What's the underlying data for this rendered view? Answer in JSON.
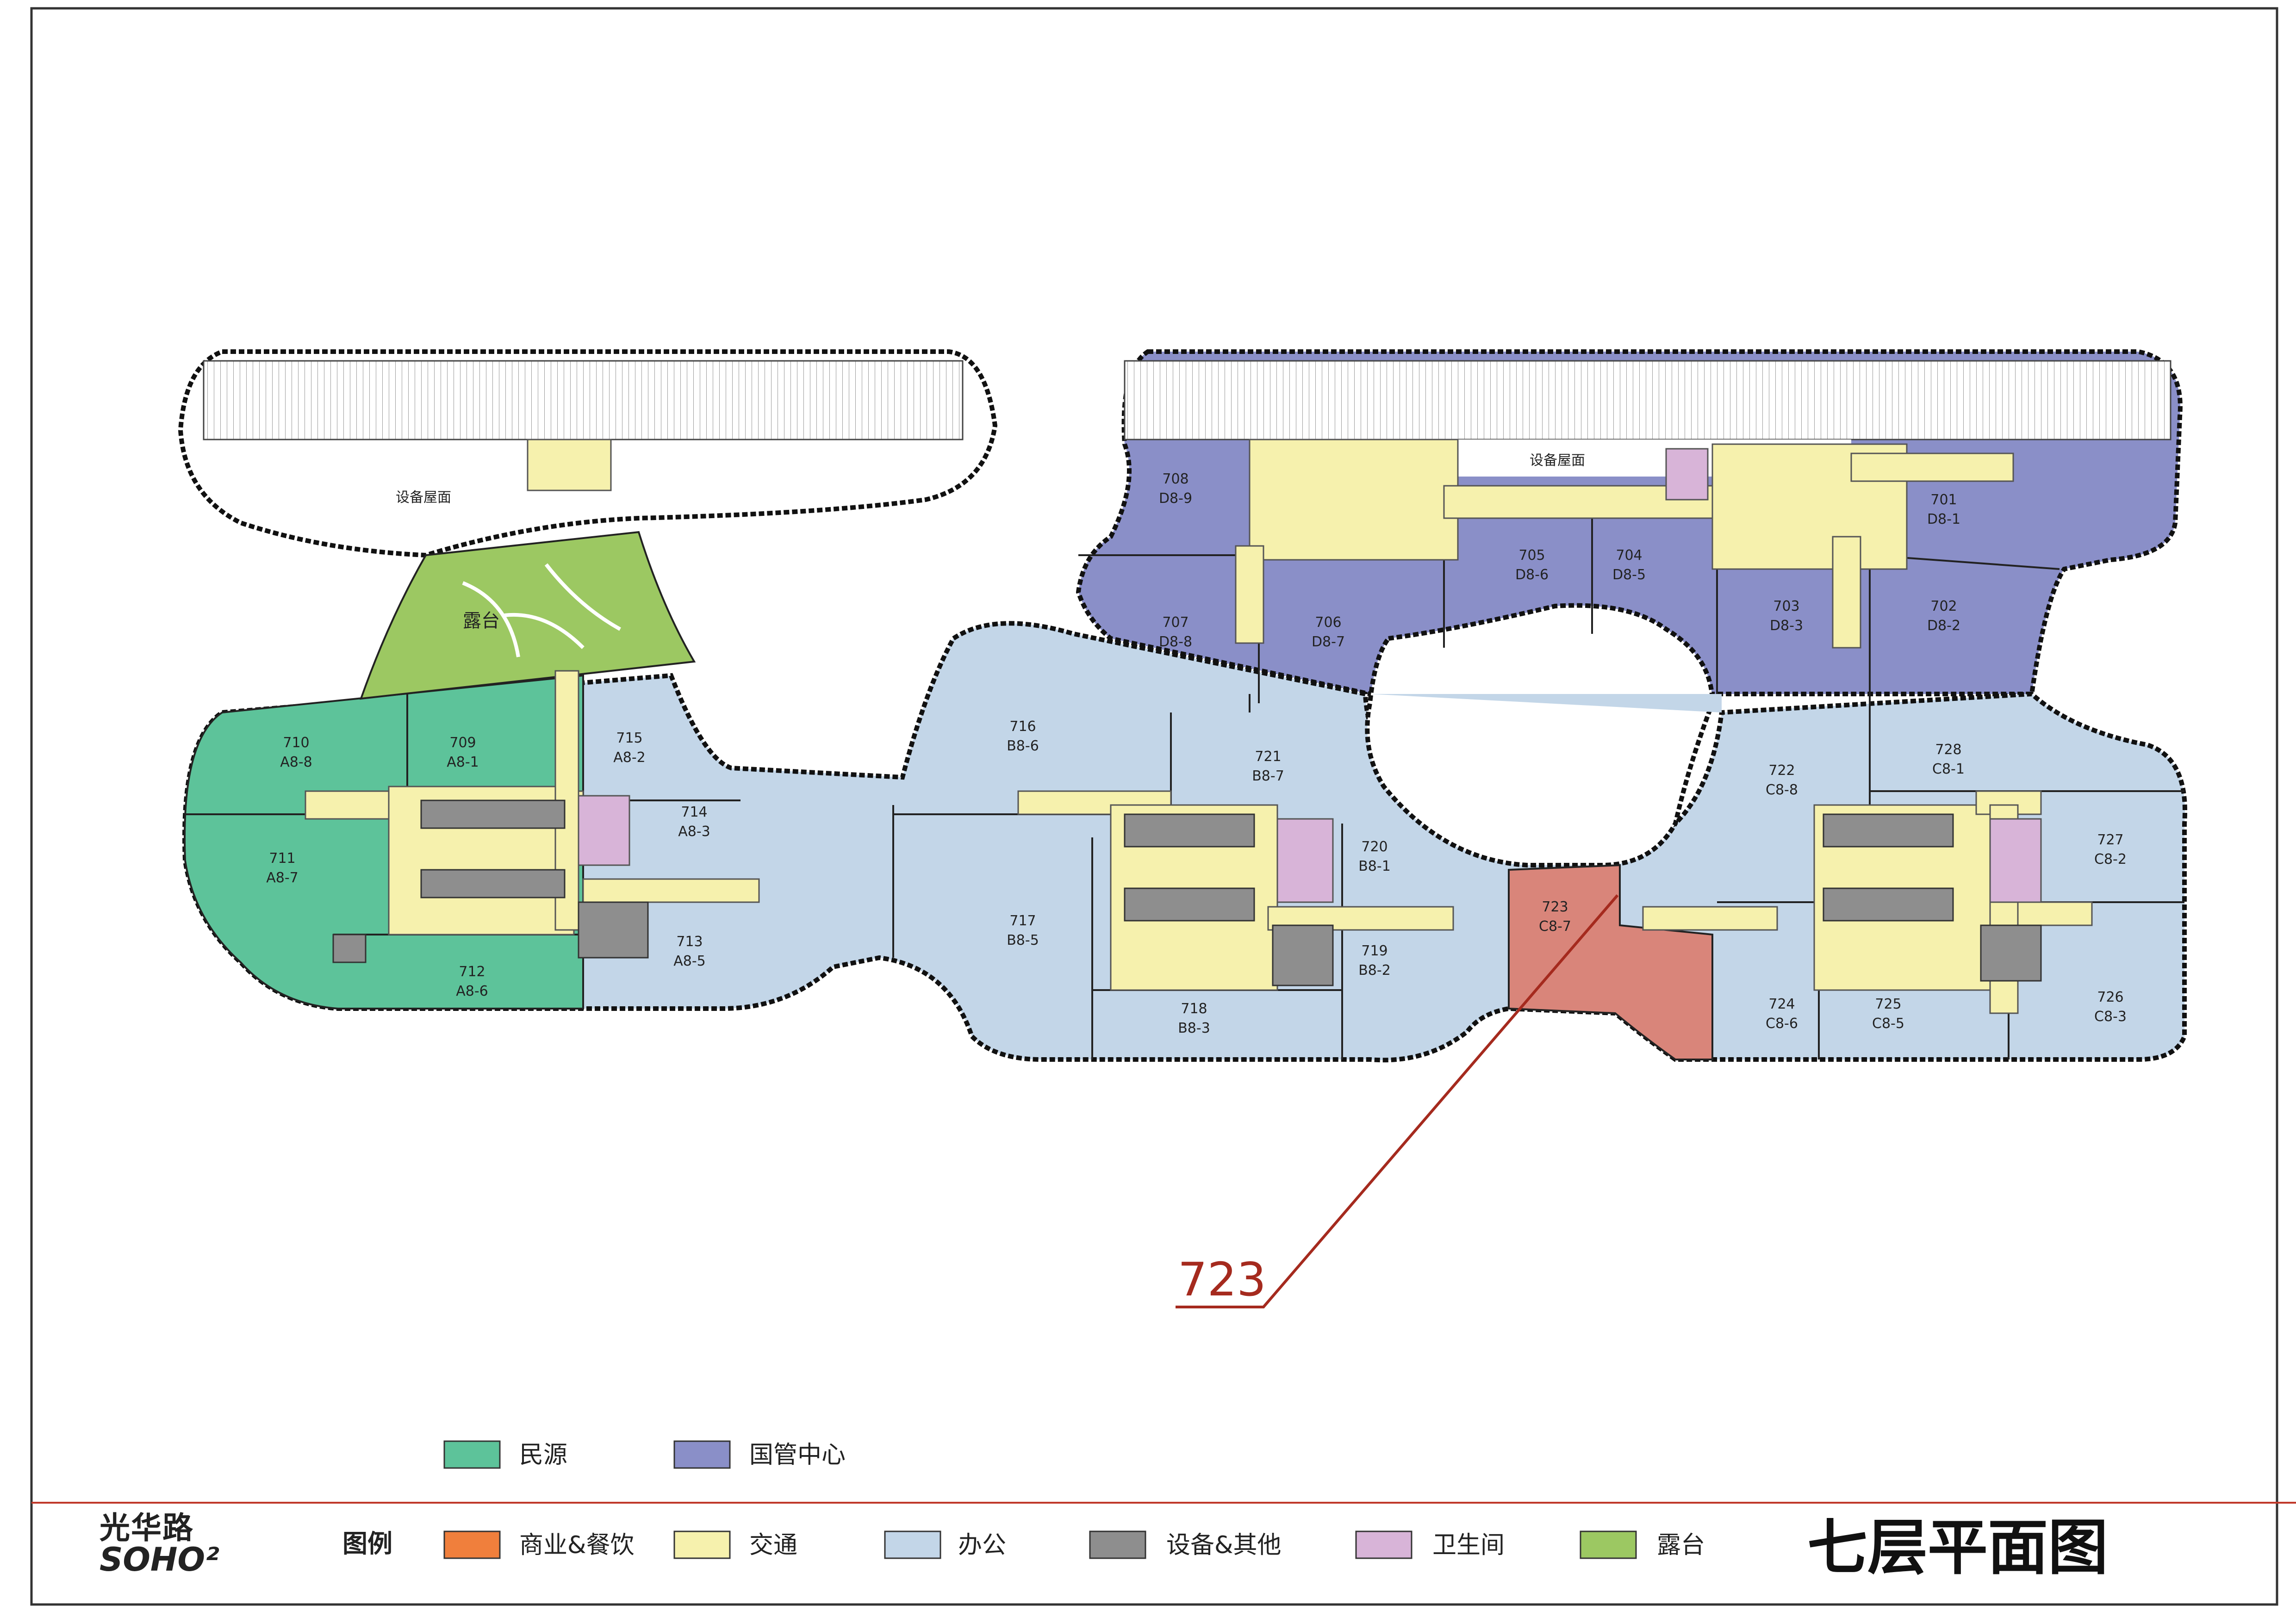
{
  "title": "七层平面图",
  "logo": {
    "line1": "光华路",
    "line2": "SOHO²"
  },
  "colors": {
    "green": "#5dc39a",
    "purple": "#8a8fc8",
    "office": "#c3d6e8",
    "corridor": "#f6f1ad",
    "service": "#8e8e8e",
    "washroom": "#d8b4d8",
    "terrace": "#9cc862",
    "highlight": "#d9857a",
    "commerce": "#f07f3c",
    "callout": "#a52a1e"
  },
  "top_legend": [
    {
      "label": "民源",
      "color": "#5dc39a",
      "icon": "swatch-green"
    },
    {
      "label": "国管中心",
      "color": "#8a8fc8",
      "icon": "swatch-purple"
    }
  ],
  "legend": {
    "heading": "图例",
    "items": [
      {
        "label": "商业&餐饮",
        "color": "#f07f3c",
        "icon": "swatch-commerce"
      },
      {
        "label": "交通",
        "color": "#f6f1ad",
        "icon": "swatch-circulation"
      },
      {
        "label": "办公",
        "color": "#c3d6e8",
        "icon": "swatch-office"
      },
      {
        "label": "设备&其他",
        "color": "#8e8e8e",
        "icon": "swatch-equipment"
      },
      {
        "label": "卫生间",
        "color": "#d8b4d8",
        "icon": "swatch-washroom"
      },
      {
        "label": "露台",
        "color": "#9cc862",
        "icon": "swatch-terrace"
      }
    ]
  },
  "floor_labels": {
    "roof_left": "设备屋面",
    "roof_right": "设备屋面",
    "terrace": "露台",
    "callout": "723"
  },
  "units": [
    {
      "id": "701",
      "code": "D8-1",
      "type": "guoguan"
    },
    {
      "id": "702",
      "code": "D8-2",
      "type": "guoguan"
    },
    {
      "id": "703",
      "code": "D8-3",
      "type": "guoguan"
    },
    {
      "id": "704",
      "code": "D8-5",
      "type": "guoguan"
    },
    {
      "id": "705",
      "code": "D8-6",
      "type": "guoguan"
    },
    {
      "id": "706",
      "code": "D8-7",
      "type": "guoguan"
    },
    {
      "id": "707",
      "code": "D8-8",
      "type": "guoguan"
    },
    {
      "id": "708",
      "code": "D8-9",
      "type": "guoguan"
    },
    {
      "id": "709",
      "code": "A8-1",
      "type": "minyuan"
    },
    {
      "id": "710",
      "code": "A8-8",
      "type": "minyuan"
    },
    {
      "id": "711",
      "code": "A8-7",
      "type": "minyuan"
    },
    {
      "id": "712",
      "code": "A8-6",
      "type": "minyuan"
    },
    {
      "id": "713",
      "code": "A8-5",
      "type": "office"
    },
    {
      "id": "714",
      "code": "A8-3",
      "type": "office"
    },
    {
      "id": "715",
      "code": "A8-2",
      "type": "office"
    },
    {
      "id": "716",
      "code": "B8-6",
      "type": "office"
    },
    {
      "id": "717",
      "code": "B8-5",
      "type": "office"
    },
    {
      "id": "718",
      "code": "B8-3",
      "type": "office"
    },
    {
      "id": "719",
      "code": "B8-2",
      "type": "office"
    },
    {
      "id": "720",
      "code": "B8-1",
      "type": "office"
    },
    {
      "id": "721",
      "code": "B8-7",
      "type": "office"
    },
    {
      "id": "722",
      "code": "C8-8",
      "type": "office"
    },
    {
      "id": "723",
      "code": "C8-7",
      "type": "highlight"
    },
    {
      "id": "724",
      "code": "C8-6",
      "type": "office"
    },
    {
      "id": "725",
      "code": "C8-5",
      "type": "office"
    },
    {
      "id": "726",
      "code": "C8-3",
      "type": "office"
    },
    {
      "id": "727",
      "code": "C8-2",
      "type": "office"
    },
    {
      "id": "728",
      "code": "C8-1",
      "type": "office"
    }
  ]
}
